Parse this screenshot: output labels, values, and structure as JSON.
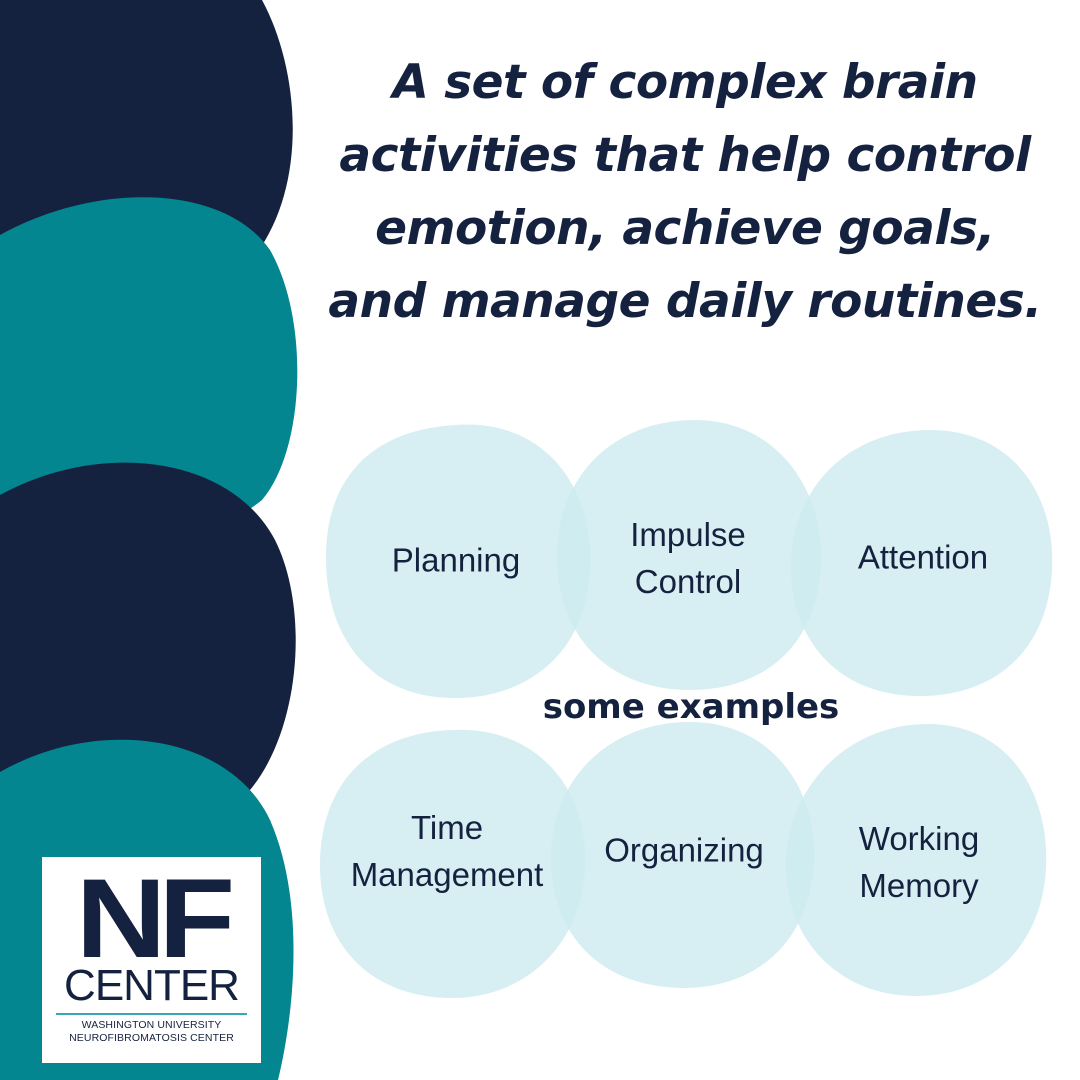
{
  "headline": {
    "lines": [
      "A set of complex brain",
      "activities that help control",
      "emotion, achieve goals,",
      "and manage daily routines."
    ]
  },
  "diagram": {
    "center_label": "some examples",
    "nodes": [
      {
        "lines": [
          "Planning"
        ]
      },
      {
        "lines": [
          "Impulse",
          "Control"
        ]
      },
      {
        "lines": [
          "Attention"
        ]
      },
      {
        "lines": [
          "Time",
          "Management"
        ]
      },
      {
        "lines": [
          "Organizing"
        ]
      },
      {
        "lines": [
          "Working",
          "Memory"
        ]
      }
    ]
  },
  "logo": {
    "mark": "NF",
    "word": "CENTER",
    "sub1": "WASHINGTON UNIVERSITY",
    "sub2": "NEUROFIBROMATOSIS CENTER"
  },
  "colors": {
    "navy": "#15223f",
    "teal": "#03868f",
    "bubble": "#cdebef",
    "white": "#ffffff"
  }
}
